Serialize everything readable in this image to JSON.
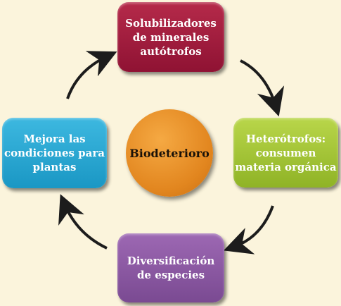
{
  "center": {
    "label": "Biodeterioro"
  },
  "nodes": {
    "top": "Solubilizadores\nde minerales\nautótrofos",
    "right": "Heterótrofos:\nconsumen\nmateria orgánica",
    "bottom": "Diversificación\nde especies",
    "left": "Mejora las\ncondiciones para\nplantas"
  },
  "colors": {
    "background": "#fbf4dc",
    "top": "#a11f3f",
    "right": "#a3c43a",
    "bottom": "#8c5aa4",
    "left": "#28a8d4",
    "center": "#e89a2c",
    "arrow": "#1c1c1c"
  }
}
